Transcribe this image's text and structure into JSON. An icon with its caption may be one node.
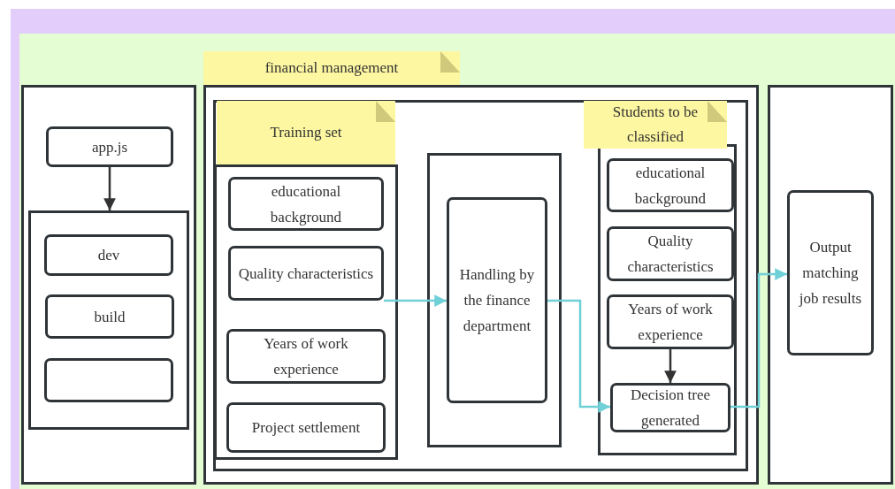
{
  "diagram": {
    "nodes": [
      {
        "text": [],
        "shape": "box"
      },
      {
        "text": [
          "app.js"
        ],
        "in": 0
      },
      {
        "text": [],
        "shape": "box",
        "in": 0
      },
      {
        "text": [
          "dev"
        ],
        "in": 2
      },
      {
        "text": [
          "build"
        ],
        "in": 2
      },
      {
        "text": [],
        "shape": "box",
        "in": 2
      },
      {
        "text": [
          "financial management"
        ]
      },
      {
        "text": [],
        "shape": "box",
        "in": 6
      },
      {
        "text": [
          "Training set"
        ],
        "in": 7
      },
      {
        "text": [
          "educational background"
        ],
        "in": 8
      },
      {
        "text": [
          "Quality characteristics"
        ],
        "in": 8
      },
      {
        "text": [
          "Years of work experience"
        ],
        "in": 8
      },
      {
        "text": [
          "Project settlement"
        ],
        "in": 8
      },
      {
        "text": [],
        "shape": "box",
        "in": 7
      },
      {
        "text": [
          "Handling by the finance department"
        ],
        "in": 13
      },
      {
        "text": [
          "Students to be classified"
        ],
        "in": 7
      },
      {
        "text": [
          "educational background"
        ],
        "in": 15
      },
      {
        "text": [
          "Quality characteristics"
        ],
        "in": 15
      },
      {
        "text": [
          "Years of work experience"
        ],
        "in": 15
      },
      {
        "text": [
          "Decision tree generated"
        ],
        "in": 15
      },
      {
        "text": [],
        "shape": "box"
      },
      {
        "text": [
          "Output matching job results"
        ],
        "in": 20
      }
    ],
    "edges": [
      {
        "from": 1,
        "to": 2,
        "arrow": "to",
        "color": "#333333"
      },
      {
        "from": 10,
        "to": 14,
        "arrow": "to"
      },
      {
        "from": 14,
        "to": 19,
        "arrow": "to"
      },
      {
        "from": 18,
        "to": 19,
        "arrow": "to",
        "color": "#333333"
      },
      {
        "from": 19,
        "to": 21,
        "arrow": "to"
      }
    ]
  }
}
